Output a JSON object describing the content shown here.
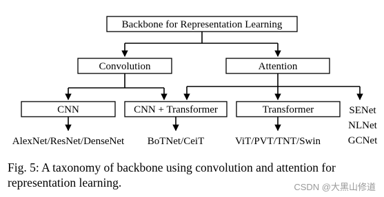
{
  "diagram": {
    "root": "Backbone for Representation Learning",
    "branches": {
      "convolution": "Convolution",
      "attention": "Attention"
    },
    "categories": {
      "cnn": "CNN",
      "cnn_transformer": "CNN + Transformer",
      "transformer": "Transformer"
    },
    "examples": {
      "cnn": "AlexNet/ResNet/DenseNet",
      "cnn_transformer": "BoTNet/CeiT",
      "transformer": "ViT/PVT/TNT/Swin",
      "attention_direct": [
        "SENet",
        "NLNet",
        "GCNet"
      ]
    }
  },
  "caption": "Fig. 5: A taxonomy of backbone using convolution and attention for representation learning.",
  "watermark": "CSDN @大黑山修道"
}
